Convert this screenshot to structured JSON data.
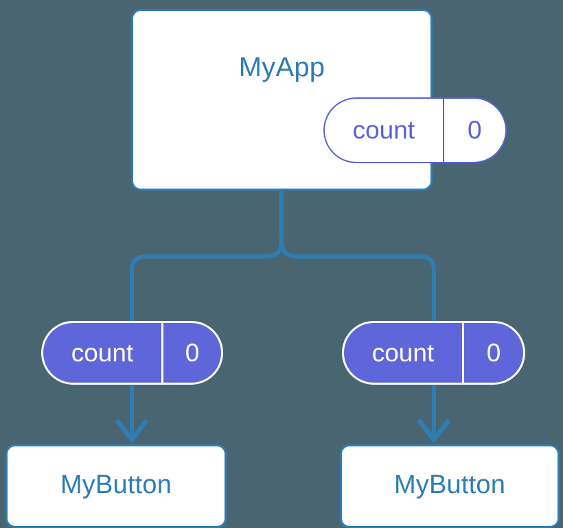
{
  "diagram": {
    "title": "MyApp",
    "type": "component-tree",
    "background_color": "#4a6572",
    "connector_color": "#2e7db3",
    "component_border_color": "#2e7db3",
    "component_text_color": "#2d7db3",
    "state_color": "#5a61d8",
    "props_fill_color": "#5f66da",
    "props_text_color": "#ffffff"
  },
  "root": {
    "name": "MyApp",
    "state": {
      "key": "count",
      "value": "0"
    }
  },
  "props_edges": [
    {
      "id": "left",
      "key": "count",
      "value": "0",
      "arrow": "down-arrow-icon"
    },
    {
      "id": "right",
      "key": "count",
      "value": "0",
      "arrow": "down-arrow-icon"
    }
  ],
  "children": [
    {
      "name": "MyButton"
    },
    {
      "name": "MyButton"
    }
  ]
}
